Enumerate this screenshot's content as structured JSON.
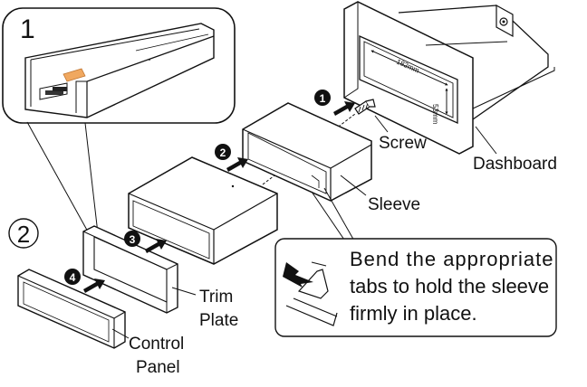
{
  "figure": {
    "inset_step": "1",
    "panel_step": "2",
    "steps": [
      "1",
      "2",
      "3",
      "4"
    ]
  },
  "labels": {
    "screw": "Screw",
    "dashboard": "Dashboard",
    "sleeve": "Sleeve",
    "trim_line1": "Trim",
    "trim_line2": "Plate",
    "control_line1": "Control",
    "control_line2": "Panel",
    "dim_width": "182mm",
    "dim_height": "53mm"
  },
  "note": {
    "line1": "Bend the appropriate",
    "line2": "tabs to hold the sleeve",
    "line3": "firmly in place."
  },
  "colors": {
    "line": "#111111",
    "accent": "#f0a860"
  }
}
